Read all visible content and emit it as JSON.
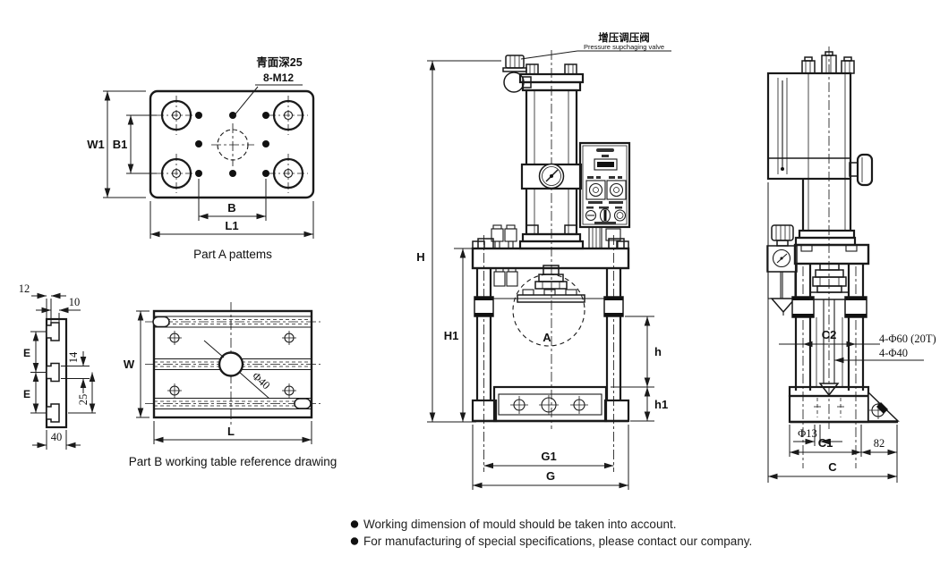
{
  "part_a": {
    "caption": "Part A pattems",
    "note_line1": "青面深25",
    "note_line2": "8-M12",
    "dim_w1": "W1",
    "dim_b1": "B1",
    "dim_b": "B",
    "dim_l1": "L1"
  },
  "part_b_side": {
    "dim_12": "12",
    "dim_10": "10",
    "dim_e_top": "E",
    "dim_e_bottom": "E",
    "dim_14": "14",
    "dim_25": "25",
    "dim_40": "40"
  },
  "part_b_top": {
    "caption": "Part B working table reference drawing",
    "dim_w": "W",
    "dim_l": "L",
    "dim_phi40": "Φ40"
  },
  "front_view": {
    "valve_label_zh": "增压调压阀",
    "valve_label_en": "Pressure supchaging valve",
    "dim_h": "H",
    "dim_h1": "H1",
    "dim_a": "A",
    "dim_h_small": "h",
    "dim_h1_small": "h1",
    "dim_g1": "G1",
    "dim_g": "G"
  },
  "side_view": {
    "dim_c2": "C2",
    "label_phi60": "4-Φ60 (20T)",
    "label_phi40": "4-Φ40",
    "dim_phi13": "Φ13",
    "dim_c1": "C1",
    "dim_82": "82",
    "dim_c": "C"
  },
  "notes": [
    "Working dimension of mould should be taken into account.",
    "For manufacturing of special specifications, please contact our company."
  ],
  "colors": {
    "line": "#1a1a1a",
    "background": "#ffffff"
  }
}
